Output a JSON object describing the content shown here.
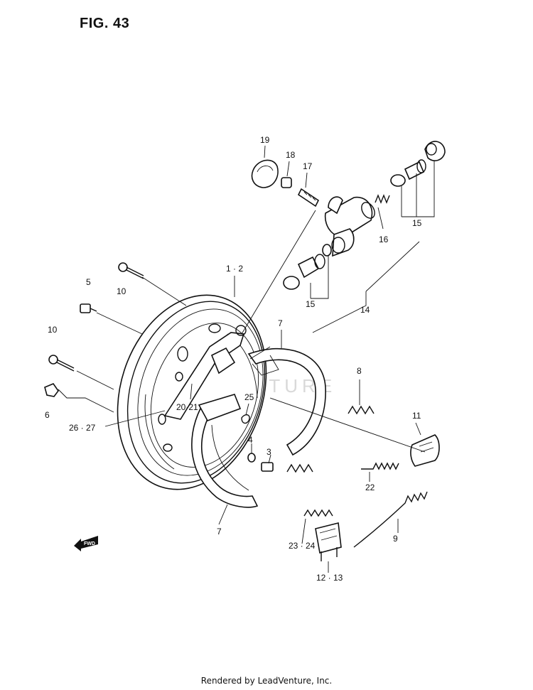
{
  "figure": {
    "title": "FIG. 43",
    "footer": "Rendered by LeadVenture, Inc.",
    "watermark": "LEADVENTURE",
    "direction_marker": "FWD"
  },
  "callouts": [
    {
      "key": "c19",
      "label": "19"
    },
    {
      "key": "c18",
      "label": "18"
    },
    {
      "key": "c17",
      "label": "17"
    },
    {
      "key": "c16",
      "label": "16"
    },
    {
      "key": "c15a",
      "label": "15"
    },
    {
      "key": "c1_2",
      "label": "1 · 2"
    },
    {
      "key": "c10a",
      "label": "10"
    },
    {
      "key": "c5",
      "label": "5"
    },
    {
      "key": "c14",
      "label": "14"
    },
    {
      "key": "c15b",
      "label": "15"
    },
    {
      "key": "c7a",
      "label": "7"
    },
    {
      "key": "c10b",
      "label": "10"
    },
    {
      "key": "c8",
      "label": "8"
    },
    {
      "key": "c6",
      "label": "6"
    },
    {
      "key": "c25",
      "label": "25"
    },
    {
      "key": "c20_21",
      "label": "20·21"
    },
    {
      "key": "c11",
      "label": "11"
    },
    {
      "key": "c26_27",
      "label": "26 · 27"
    },
    {
      "key": "c4",
      "label": "4"
    },
    {
      "key": "c3",
      "label": "3"
    },
    {
      "key": "c22",
      "label": "22"
    },
    {
      "key": "c7b",
      "label": "7"
    },
    {
      "key": "c9",
      "label": "9"
    },
    {
      "key": "c23_24",
      "label": "23 · 24"
    },
    {
      "key": "c12_13",
      "label": "12 · 13"
    }
  ],
  "parts": [
    {
      "id": "backing-plate",
      "label": "1 · 2"
    },
    {
      "id": "wheel-cylinder",
      "label": "14"
    },
    {
      "id": "brake-shoe",
      "label": "7"
    },
    {
      "id": "return-spring",
      "label": "8"
    },
    {
      "id": "return-spring-lower",
      "label": "9"
    },
    {
      "id": "hold-down-clip",
      "label": "11"
    },
    {
      "id": "adjuster-spring",
      "label": "22"
    },
    {
      "id": "spring",
      "label": "23 · 24"
    },
    {
      "id": "clip",
      "label": "12 · 13"
    }
  ]
}
